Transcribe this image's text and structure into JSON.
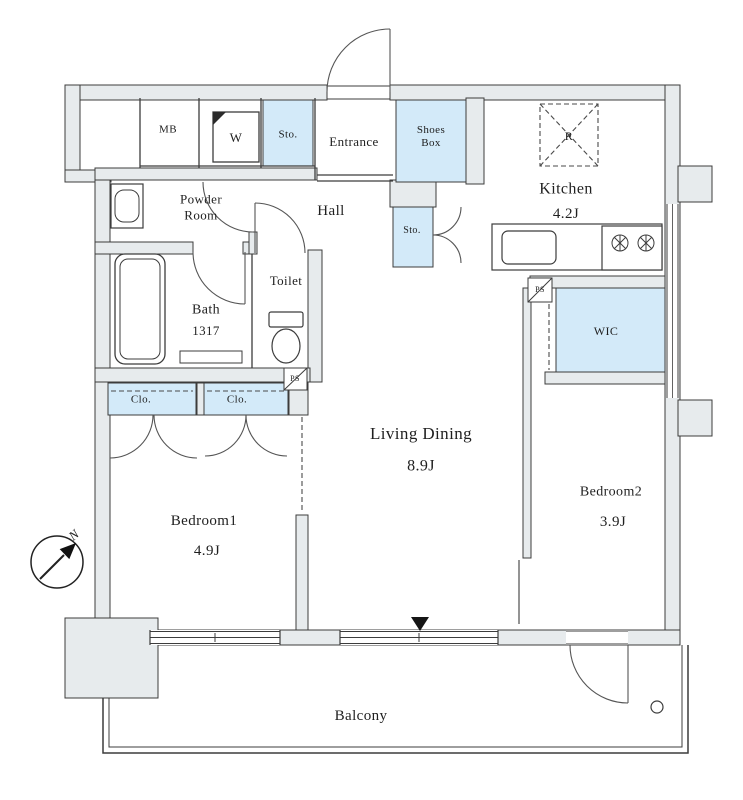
{
  "meta": {
    "type": "apartment-floor-plan"
  },
  "colors": {
    "wall": "#e7ebed",
    "highlight": "#d3eaf9",
    "line": "#3c3c3c"
  },
  "compass": {
    "north_label": "N"
  },
  "rooms": {
    "mb": {
      "label": "MB"
    },
    "washer": {
      "label": "W"
    },
    "sto_top": {
      "label": "Sto."
    },
    "entrance": {
      "label": "Entrance"
    },
    "shoes_box": {
      "line1": "Shoes",
      "line2": "Box"
    },
    "kitchen": {
      "label": "Kitchen",
      "area": "4.2J"
    },
    "fridge": {
      "label": "R"
    },
    "powder_room": {
      "line1": "Powder",
      "line2": "Room"
    },
    "hall": {
      "label": "Hall"
    },
    "sto_hall": {
      "label": "Sto."
    },
    "bath": {
      "label": "Bath",
      "size": "1317"
    },
    "toilet": {
      "label": "Toilet"
    },
    "ps_toilet": {
      "label": "PS"
    },
    "ps_kitchen": {
      "label": "PS"
    },
    "wic": {
      "label": "WIC"
    },
    "clo_left": {
      "label": "Clo."
    },
    "clo_right": {
      "label": "Clo."
    },
    "living_dining": {
      "label": "Living Dining",
      "area": "8.9J"
    },
    "bedroom1": {
      "label": "Bedroom1",
      "area": "4.9J"
    },
    "bedroom2": {
      "label": "Bedroom2",
      "area": "3.9J"
    },
    "balcony": {
      "label": "Balcony"
    }
  }
}
